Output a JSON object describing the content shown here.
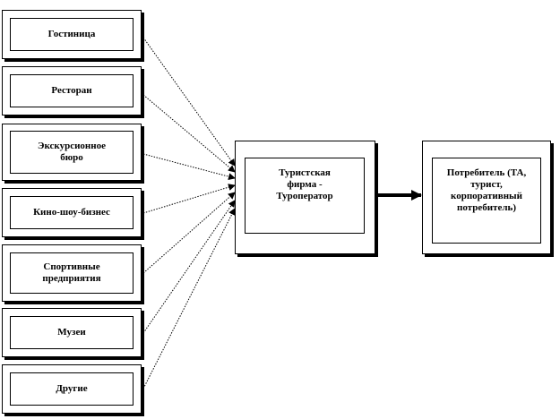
{
  "sources": [
    {
      "id": "hotel",
      "label": "Гостиница"
    },
    {
      "id": "restaurant",
      "label": "Ресторан"
    },
    {
      "id": "excursion",
      "label": "Экскурсионное бюро"
    },
    {
      "id": "showbiz",
      "label": "Кино-шоу-бизнес"
    },
    {
      "id": "sports",
      "label": "Спортивные предприятия"
    },
    {
      "id": "museum",
      "label": "Музеи"
    },
    {
      "id": "other",
      "label": "Другие"
    }
  ],
  "center": {
    "label": "Туристская фирма - Туроператор"
  },
  "consumer": {
    "label": "Потребитель (ТА, турист, корпоративный потребитель)"
  }
}
